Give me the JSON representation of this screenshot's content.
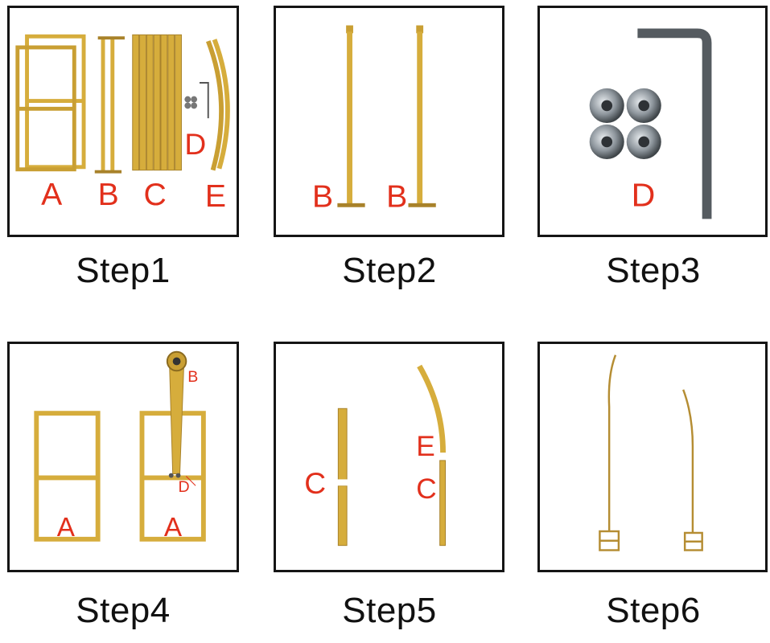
{
  "colors": {
    "gold": "#d6ad3c",
    "gold_dark": "#a8822a",
    "label_red": "#e2301c",
    "wrench": "#5a5a5a",
    "border": "#151515"
  },
  "steps": [
    {
      "title": "Step1",
      "labels": {
        "a": "A",
        "b": "B",
        "c": "C",
        "d": "D",
        "e": "E"
      }
    },
    {
      "title": "Step2",
      "labels": {
        "b1": "B",
        "b2": "B"
      }
    },
    {
      "title": "Step3",
      "labels": {
        "d": "D"
      }
    },
    {
      "title": "Step4",
      "labels": {
        "a1": "A",
        "a2": "A",
        "b": "B",
        "d": "D"
      }
    },
    {
      "title": "Step5",
      "labels": {
        "c1": "C",
        "e": "E",
        "c2": "C"
      }
    },
    {
      "title": "Step6",
      "labels": {}
    }
  ]
}
